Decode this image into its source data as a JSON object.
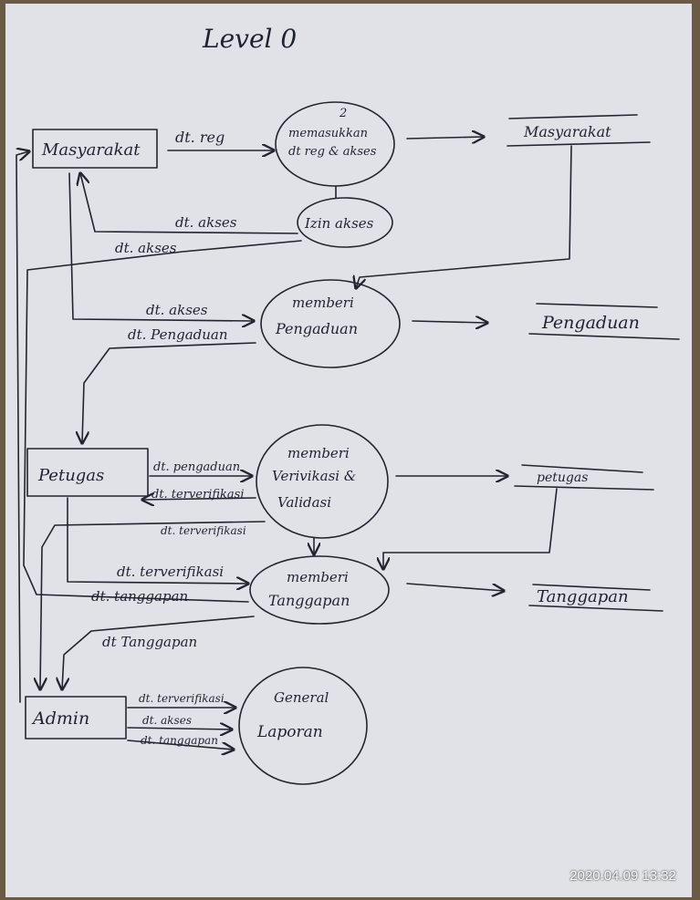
{
  "title": "Level 0",
  "timestamp": "2020.04.09 13:32",
  "entities": {
    "masyarakat": "Masyarakat",
    "petugas": "Petugas",
    "admin": "Admin"
  },
  "processes": {
    "p2_number": "2",
    "p2_line1": "memasukkan",
    "p2_line2": "dt reg & akses",
    "izin": "Izin akses",
    "pengaduan_line1": "memberi",
    "pengaduan_line2": "Pengaduan",
    "verifikasi_line1": "memberi",
    "verifikasi_line2": "Verivikasi &",
    "verifikasi_line3": "Validasi",
    "tanggapan_line1": "memberi",
    "tanggapan_line2": "Tanggapan",
    "laporan_line1": "General",
    "laporan_line2": "Laporan"
  },
  "stores": {
    "masyarakat": "Masyarakat",
    "pengaduan": "Pengaduan",
    "petugas": "petugas",
    "tanggapan": "Tanggapan"
  },
  "flows": {
    "dt_reg": "dt. reg",
    "dt_akses_1": "dt. akses",
    "dt_akses_2": "dt. akses",
    "dt_akses_3": "dt. akses",
    "dt_pengaduan_1": "dt. Pengaduan",
    "dt_pengaduan_2": "dt. pengaduan",
    "dt_terverifikasi_1": "dt. terverifikasi",
    "dt_terverifikasi_2": "dt. terverifikasi",
    "dt_terverifikasi_3": "dt. terverifikasi",
    "dt_terverifikasi_4": "dt. terverifikasi",
    "dt_tanggapan_1": "dt. tanggapan",
    "dt_tanggapan_2": "dt Tanggapan",
    "dt_tanggapan_3": "dt. tanggapan",
    "dt_akses_admin": "dt. akses"
  }
}
